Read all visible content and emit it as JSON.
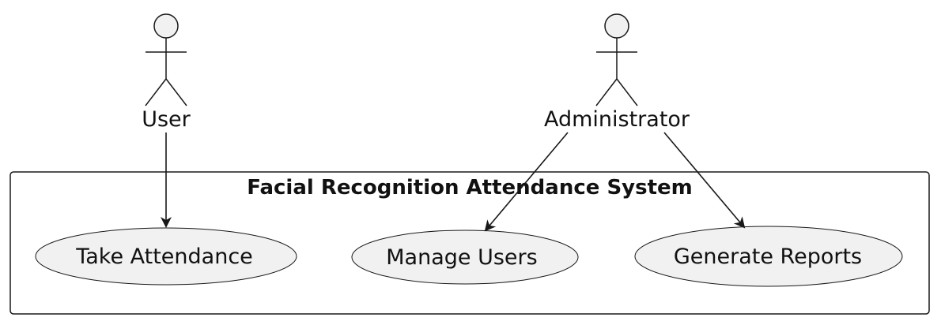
{
  "diagram": {
    "type": "use-case",
    "system": {
      "title": "Facial Recognition Attendance System"
    },
    "actors": [
      {
        "id": "user",
        "label": "User"
      },
      {
        "id": "admin",
        "label": "Administrator"
      }
    ],
    "use_cases": [
      {
        "id": "take",
        "label": "Take Attendance"
      },
      {
        "id": "manage",
        "label": "Manage Users"
      },
      {
        "id": "reports",
        "label": "Generate Reports"
      }
    ],
    "associations": [
      {
        "from": "user",
        "to": "take"
      },
      {
        "from": "admin",
        "to": "manage"
      },
      {
        "from": "admin",
        "to": "reports"
      }
    ],
    "colors": {
      "fill": "#f1f1f1",
      "stroke": "#181818",
      "background": "#ffffff"
    }
  }
}
